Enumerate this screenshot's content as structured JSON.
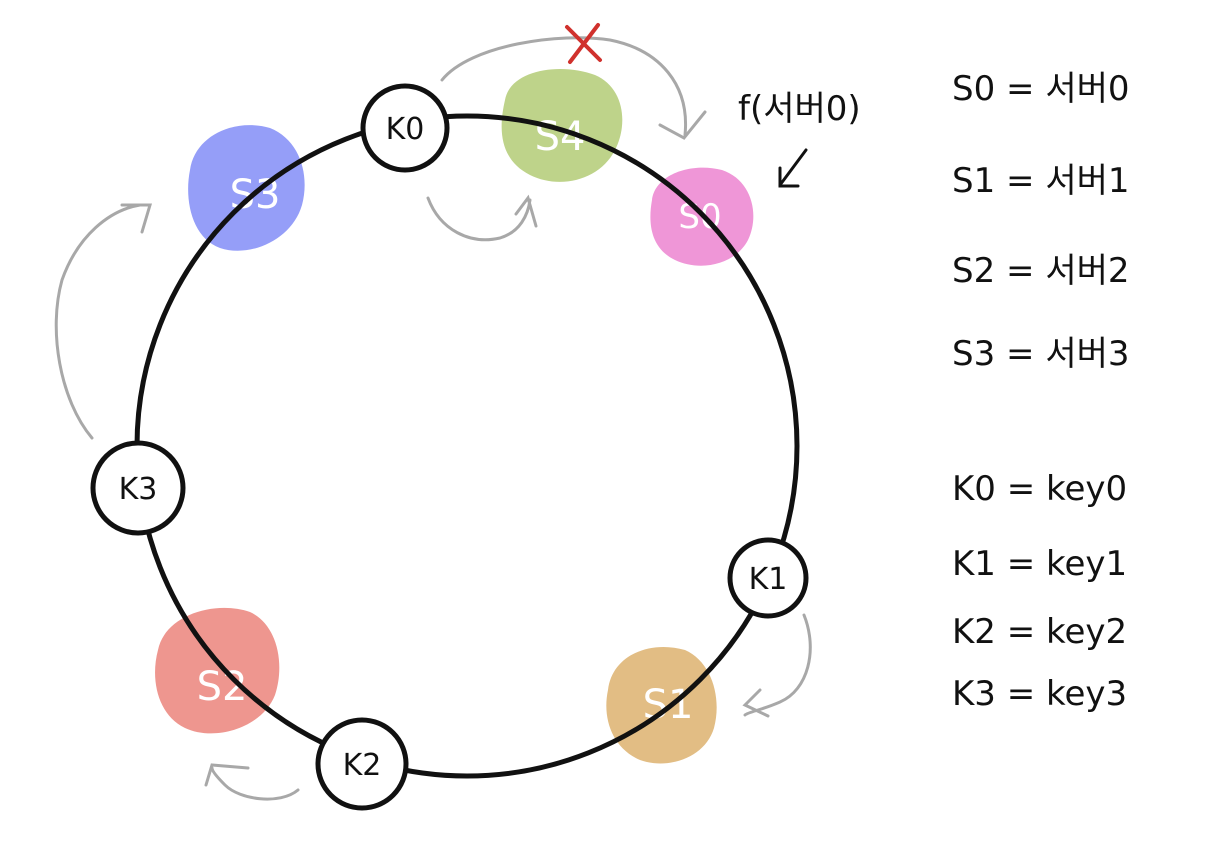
{
  "servers": [
    {
      "id": "s0",
      "label": "S0",
      "color": "#ef96d7"
    },
    {
      "id": "s1",
      "label": "S1",
      "color": "#e2bd84"
    },
    {
      "id": "s2",
      "label": "S2",
      "color": "#ee968f"
    },
    {
      "id": "s3",
      "label": "S3",
      "color": "#959ef8"
    },
    {
      "id": "s4",
      "label": "S4",
      "color": "#bed38a"
    }
  ],
  "keys": [
    {
      "id": "k0",
      "label": "K0"
    },
    {
      "id": "k1",
      "label": "K1"
    },
    {
      "id": "k2",
      "label": "K2"
    },
    {
      "id": "k3",
      "label": "K3"
    }
  ],
  "annotation": {
    "label": "f(서버0)",
    "removed_mark": "✕",
    "removed_color": "#d0312d"
  },
  "legend": {
    "servers": [
      "S0 = 서버0",
      "S1 = 서버1",
      "S2 = 서버2",
      "S3 = 서버3"
    ],
    "keys": [
      "K0 = key0",
      "K1 = key1",
      "K2 = key2",
      "K3 = key3"
    ]
  },
  "colors": {
    "ring": "#111111",
    "arrow": "#a8a8a8"
  }
}
